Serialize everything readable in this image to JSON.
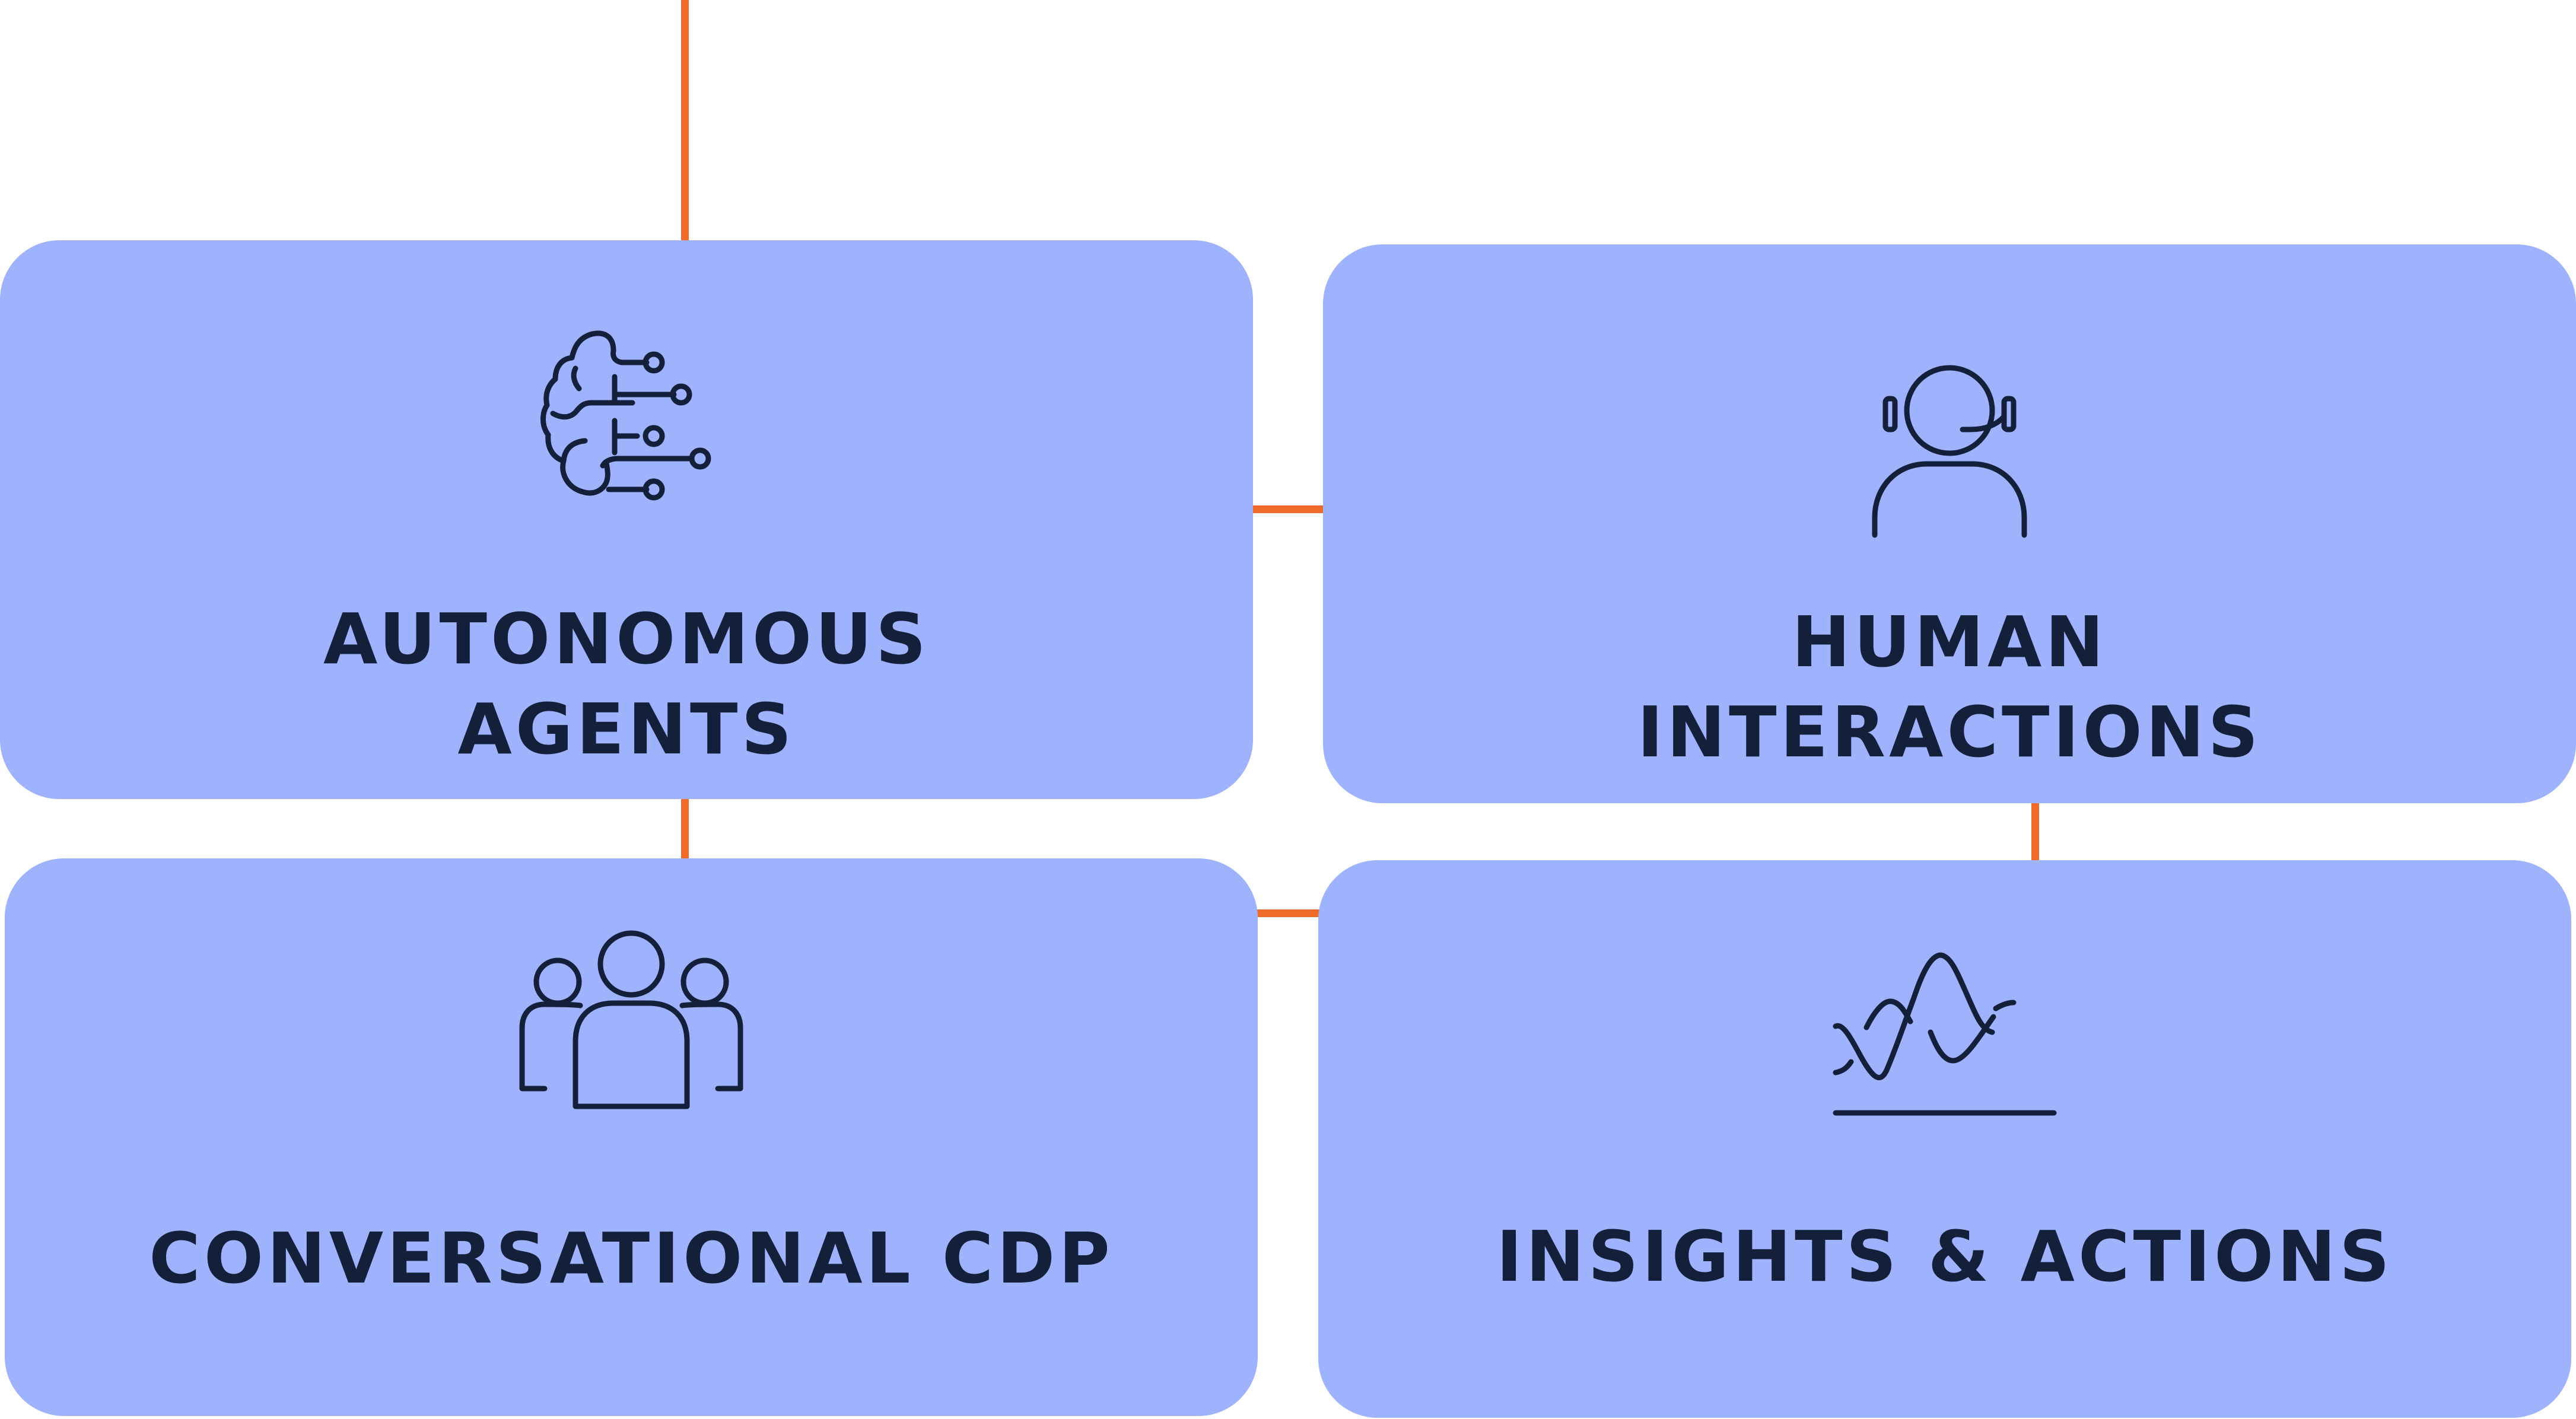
{
  "colors": {
    "card_fill": "#9eb2fd",
    "connector": "#f06a2a",
    "text": "#14203a",
    "icon_stroke": "#14203a"
  },
  "cards": [
    {
      "id": "autonomous-agents",
      "icon": "ai-brain-circuit-icon",
      "label_lines": [
        "AUTONOMOUS",
        "AGENTS"
      ]
    },
    {
      "id": "human-interactions",
      "icon": "headset-agent-icon",
      "label_lines": [
        "HUMAN",
        "INTERACTIONS"
      ]
    },
    {
      "id": "conversational-cdp",
      "icon": "user-group-icon",
      "label_lines": [
        "CONVERSATIONAL CDP"
      ]
    },
    {
      "id": "insights-actions",
      "icon": "waveform-chart-icon",
      "label_lines": [
        "INSIGHTS & ACTIONS"
      ]
    }
  ]
}
